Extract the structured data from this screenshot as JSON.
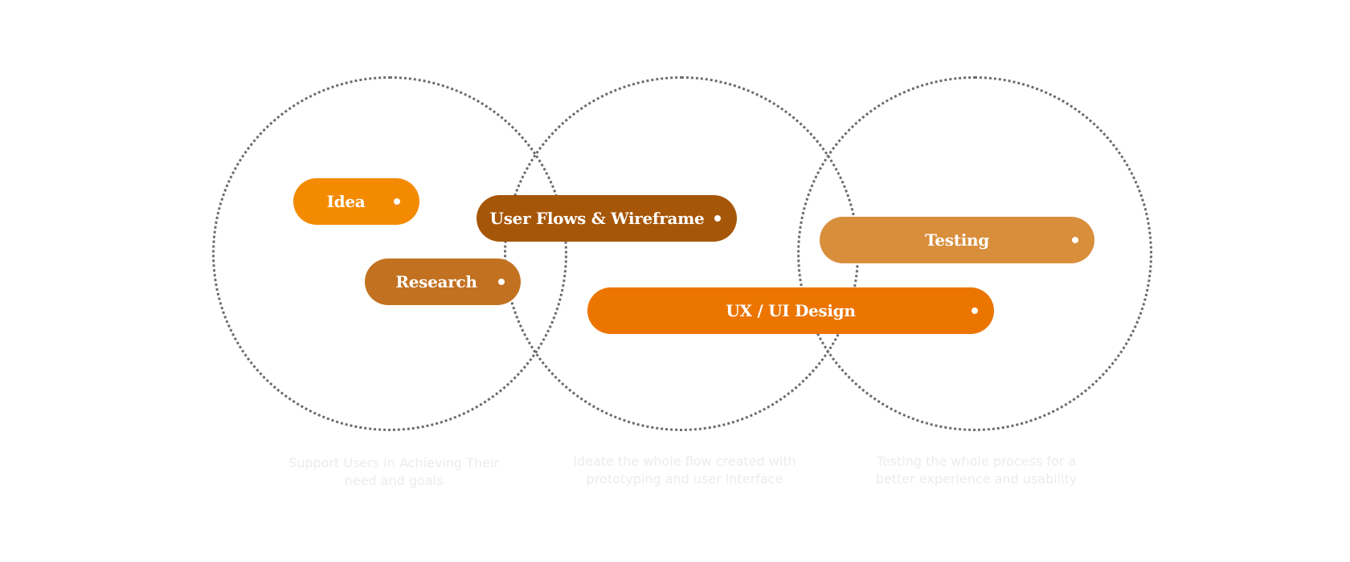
{
  "stages": [
    {
      "caption": "Support Users in Achieving Their need and goals"
    },
    {
      "caption": "Ideate the whole flow created with prototyping and user interface"
    },
    {
      "caption": "Testing the whole process for a better experience and usability"
    }
  ],
  "pills": {
    "idea": {
      "label": "Idea",
      "color": "#F48A00"
    },
    "flows": {
      "label": "User Flows & Wireframe",
      "color": "#A65608"
    },
    "research": {
      "label": "Research",
      "color": "#C27120"
    },
    "testing": {
      "label": "Testing",
      "color": "#D98E3C"
    },
    "uxui": {
      "label": "UX / UI Design",
      "color": "#EC7500"
    }
  },
  "colors": {
    "circle_border": "#6b6b6b",
    "caption_text": "#ececec",
    "background": "#ffffff"
  }
}
